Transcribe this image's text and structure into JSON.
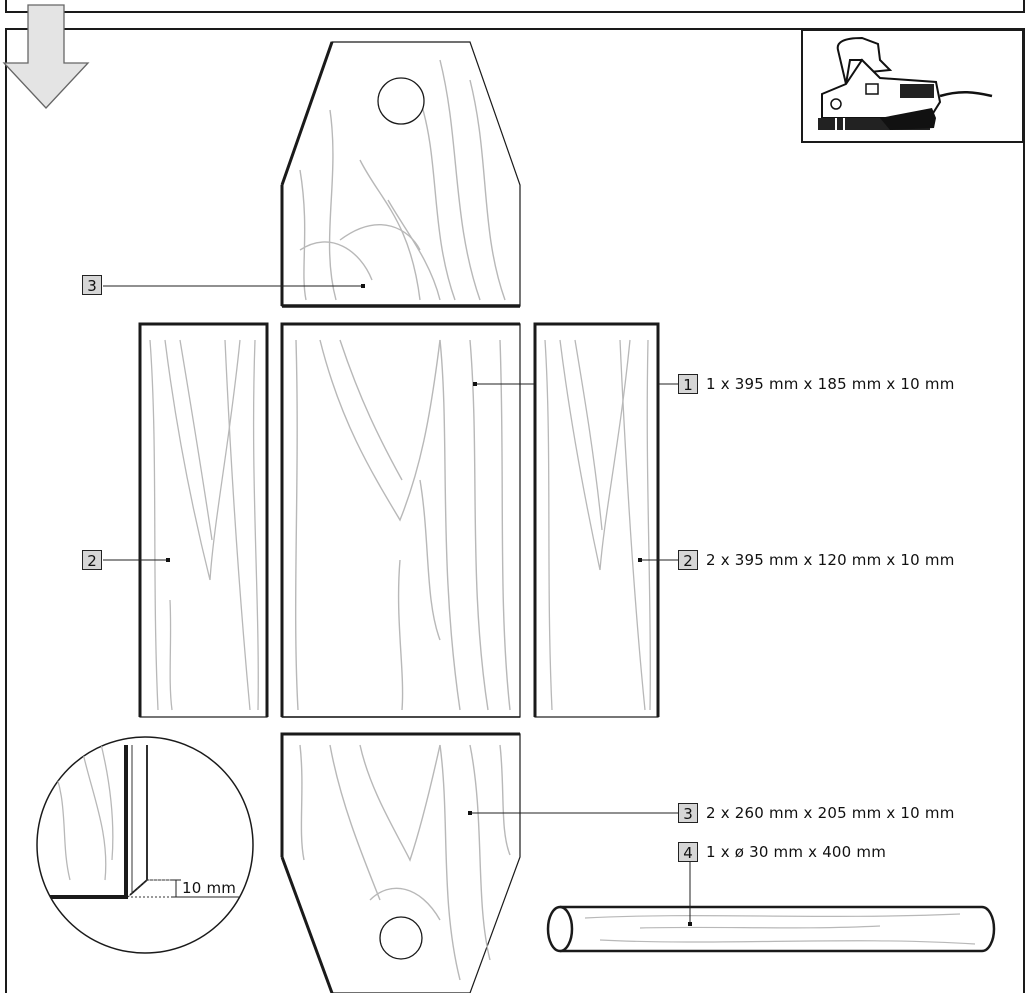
{
  "parts": [
    {
      "id": "part-3-top",
      "number": "3",
      "dimensions": ""
    },
    {
      "id": "part-1",
      "number": "1",
      "dimensions": "1 x 395 mm x 185 mm x 10 mm"
    },
    {
      "id": "part-2-left",
      "number": "2",
      "dimensions": ""
    },
    {
      "id": "part-2-right",
      "number": "2",
      "dimensions": "2 x 395 mm x 120 mm x 10 mm"
    },
    {
      "id": "part-3-bottom",
      "number": "3",
      "dimensions": "2 x 260 mm x 205 mm x 10 mm"
    },
    {
      "id": "part-4",
      "number": "4",
      "dimensions": "1 x ø 30 mm x 400 mm"
    }
  ],
  "detail": {
    "thickness_label": "10 mm"
  },
  "icons": {
    "tool": "jigsaw-icon",
    "direction": "down-arrow-icon"
  },
  "colors": {
    "outline": "#1a1a1a",
    "grain": "#b8b8b8",
    "badge": "#d6d6d6"
  }
}
